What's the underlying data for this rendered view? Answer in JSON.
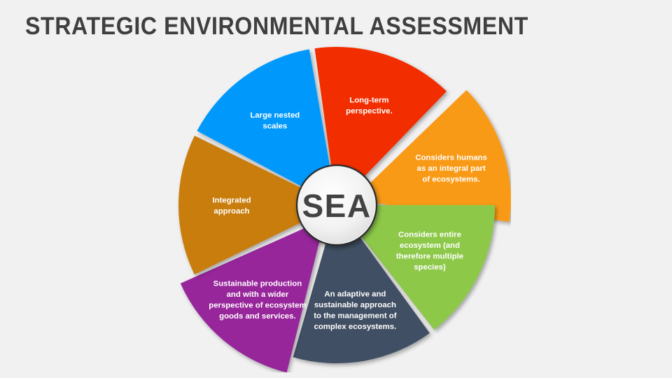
{
  "slide": {
    "title": "STRATEGIC ENVIRONMENTAL ASSESSMENT",
    "background_color": "#f1f1f1",
    "title_color": "#3f3f3f"
  },
  "hub": {
    "label": "SEA",
    "fill_color": "#eeeeee",
    "border_color": "#2b2b2b",
    "text_color": "#434343"
  },
  "chart_data": {
    "type": "pie",
    "title": "STRATEGIC ENVIRONMENTAL ASSESSMENT",
    "center_label": "SEA",
    "categories": [
      "Large nested scales",
      "Long-term perspective.",
      "Considers humans as an integral part of ecosystems.",
      "Considers entire ecosystem (and therefore multiple species)",
      "An adaptive and sustainable approach to the management of complex ecosystems.",
      "Sustainable production and with a wider perspective of ecosystem goods and services.",
      "Integrated approach"
    ],
    "values": [
      1,
      1,
      1,
      1,
      1,
      1,
      1
    ],
    "colors": [
      "#0099fb",
      "#f22d06",
      "#f99a16",
      "#8dc84a",
      "#414f63",
      "#97259b",
      "#c97d0b"
    ],
    "legend": "none",
    "grid": false,
    "exploded_slices": [
      2,
      5
    ]
  },
  "segments": [
    {
      "id": "large-nested-scales",
      "color": "#0099fb",
      "start_angle": -62,
      "end_angle": -10,
      "explode": 0,
      "label_radius": 150,
      "lines": [
        "Large nested",
        "scales"
      ]
    },
    {
      "id": "long-term-perspective",
      "color": "#f22d06",
      "start_angle": -8,
      "end_angle": 44,
      "explode": 0,
      "label_radius": 150,
      "lines": [
        "Long-term",
        "perspective."
      ]
    },
    {
      "id": "considers-humans",
      "color": "#f99a16",
      "start_angle": 46,
      "end_angle": 98,
      "explode": 24,
      "label_radius": 148,
      "lines": [
        "Considers humans",
        "as an integral part",
        "of ecosystems."
      ]
    },
    {
      "id": "considers-entire-ecosystem",
      "color": "#8dc84a",
      "start_angle": 90,
      "end_angle": 142,
      "explode": 0,
      "label_radius": 148,
      "lines": [
        "Considers entire",
        "ecosystem (and",
        "therefore multiple",
        "species)"
      ]
    },
    {
      "id": "adaptive-sustainable-approach",
      "color": "#414f63",
      "start_angle": 144,
      "end_angle": 196,
      "explode": 0,
      "label_radius": 152,
      "lines": [
        "An adaptive and",
        "sustainable approach",
        "to the management of",
        "complex ecosystems."
      ]
    },
    {
      "id": "sustainable-production",
      "color": "#97259b",
      "start_angle": 194,
      "end_angle": 246,
      "explode": 26,
      "label_radius": 150,
      "lines": [
        "Sustainable production",
        "and with a wider",
        "perspective of ecosystem",
        "goods and services."
      ]
    },
    {
      "id": "integrated-approach",
      "color": "#c97d0b",
      "start_angle": 244,
      "end_angle": 296,
      "explode": 0,
      "label_radius": 150,
      "lines": [
        "Integrated",
        "approach"
      ]
    }
  ]
}
